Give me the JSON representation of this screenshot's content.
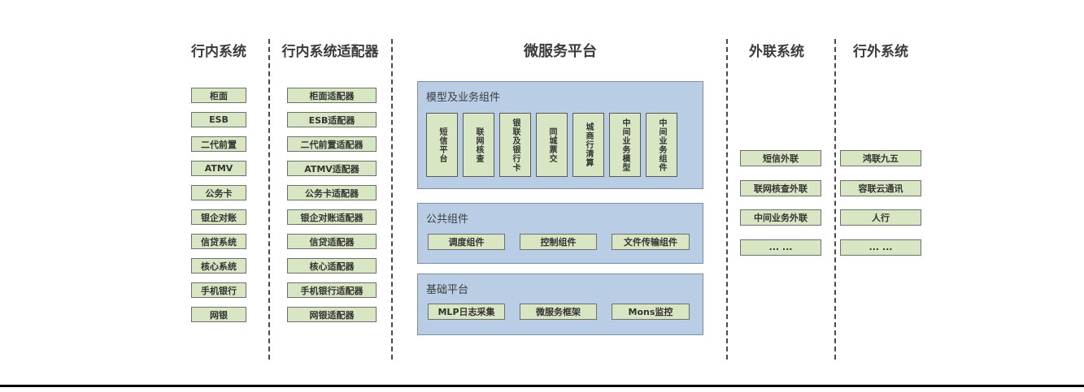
{
  "colors": {
    "box_green": "#d9e6c3",
    "panel_blue": "#b9cde5",
    "text": "#333333"
  },
  "columns": {
    "inbank": {
      "title": "行内系统",
      "items": [
        "柜面",
        "ESB",
        "二代前置",
        "ATMV",
        "公务卡",
        "银企对账",
        "信贷系统",
        "核心系统",
        "手机银行",
        "网银"
      ]
    },
    "adapters": {
      "title": "行内系统适配器",
      "items": [
        "柜面适配器",
        "ESB适配器",
        "二代前置适配器",
        "ATMV适配器",
        "公务卡适配器",
        "银企对账适配器",
        "信贷适配器",
        "核心适配器",
        "手机银行适配器",
        "网银适配器"
      ]
    },
    "platform": {
      "title": "微服务平台",
      "panels": [
        {
          "label": "模型及业务组件",
          "items": [
            "短信平台",
            "联网核查",
            "银联及银行卡",
            "同城票交",
            "城商行清算",
            "中间业务模型",
            "中间业务组件"
          ]
        },
        {
          "label": "公共组件",
          "items": [
            "调度组件",
            "控制组件",
            "文件传输组件"
          ]
        },
        {
          "label": "基础平台",
          "items": [
            "MLP日志采集",
            "微服务框架",
            "Mons监控"
          ]
        }
      ]
    },
    "external_link": {
      "title": "外联系统",
      "items": [
        "短信外联",
        "联网核查外联",
        "中间业务外联",
        "... ..."
      ]
    },
    "outside": {
      "title": "行外系统",
      "items": [
        "鸿联九五",
        "容联云通讯",
        "人行",
        "... ..."
      ]
    }
  }
}
